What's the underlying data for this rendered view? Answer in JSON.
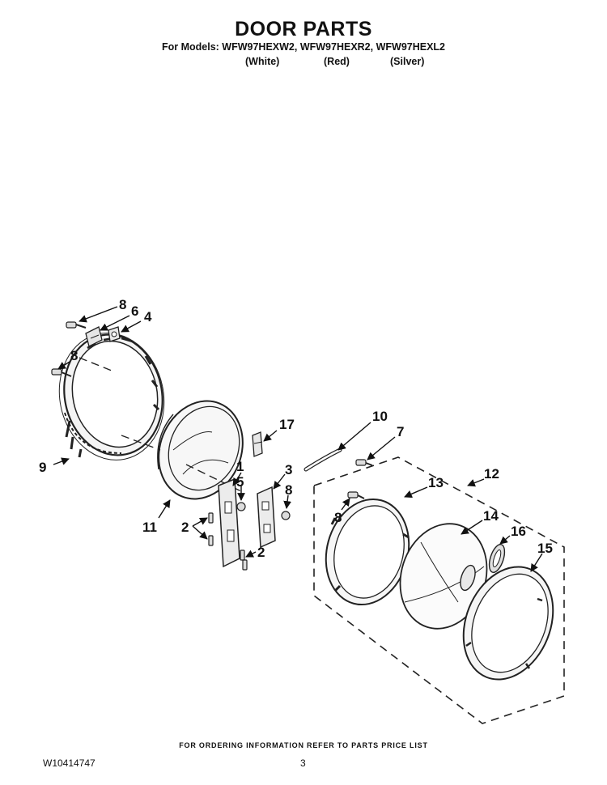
{
  "header": {
    "title": "DOOR PARTS",
    "models_line": "For Models: WFW97HEXW2, WFW97HEXR2, WFW97HEXL2",
    "variants": [
      "(White)",
      "(Red)",
      "(Silver)"
    ]
  },
  "callouts": {
    "c1": "1",
    "c2a": "2",
    "c2b": "2",
    "c3": "3",
    "c4": "4",
    "c5": "5",
    "c6": "6",
    "c7": "7",
    "c8a": "8",
    "c8b": "8",
    "c8c": "8",
    "c8d": "8",
    "c9": "9",
    "c10": "10",
    "c11": "11",
    "c12": "12",
    "c13": "13",
    "c14": "14",
    "c15": "15",
    "c16": "16",
    "c17": "17"
  },
  "footer": {
    "ordering_note": "FOR ORDERING INFORMATION REFER TO PARTS PRICE LIST",
    "doc_id": "W10414747",
    "page": "3"
  }
}
